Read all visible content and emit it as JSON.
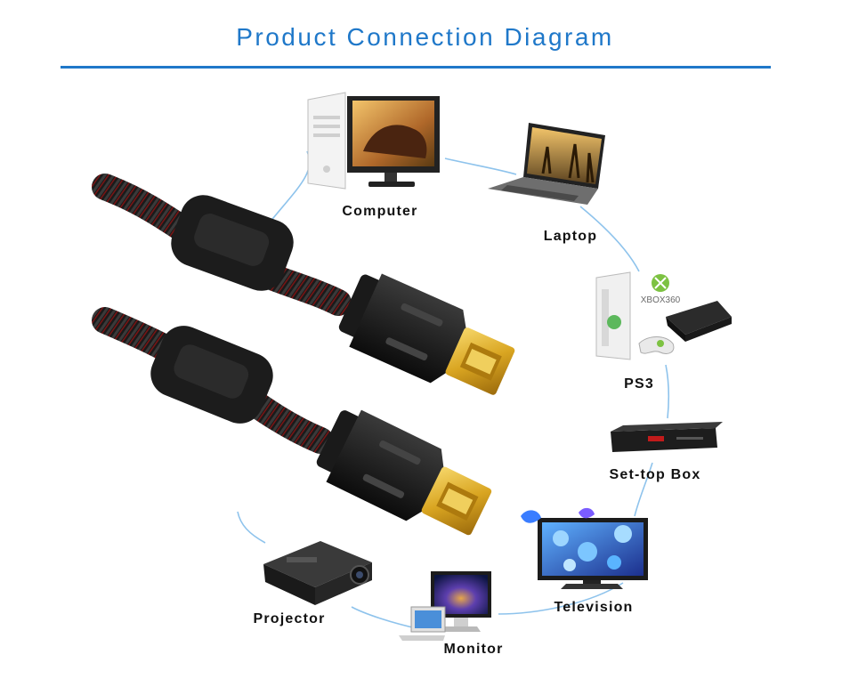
{
  "title": "Product Connection Diagram",
  "colors": {
    "accent": "#1f78c9",
    "connector_line": "#8ec3ec",
    "cable_braid_red": "#8a1a1a",
    "plug_gold": "#d9a521"
  },
  "devices": [
    {
      "id": "computer",
      "label": "Computer",
      "icon": "desktop-computer-icon"
    },
    {
      "id": "laptop",
      "label": "Laptop",
      "icon": "laptop-icon"
    },
    {
      "id": "ps3",
      "label": "PS3",
      "icon": "game-console-icon"
    },
    {
      "id": "settop",
      "label": "Set-top Box",
      "icon": "set-top-box-icon"
    },
    {
      "id": "tv",
      "label": "Television",
      "icon": "television-icon"
    },
    {
      "id": "monitor",
      "label": "Monitor",
      "icon": "monitor-icon"
    },
    {
      "id": "projector",
      "label": "Projector",
      "icon": "projector-icon"
    }
  ],
  "console_brand": "XBOX360",
  "cable": {
    "type": "HDMI cable",
    "icon": "hdmi-cable-icon"
  }
}
